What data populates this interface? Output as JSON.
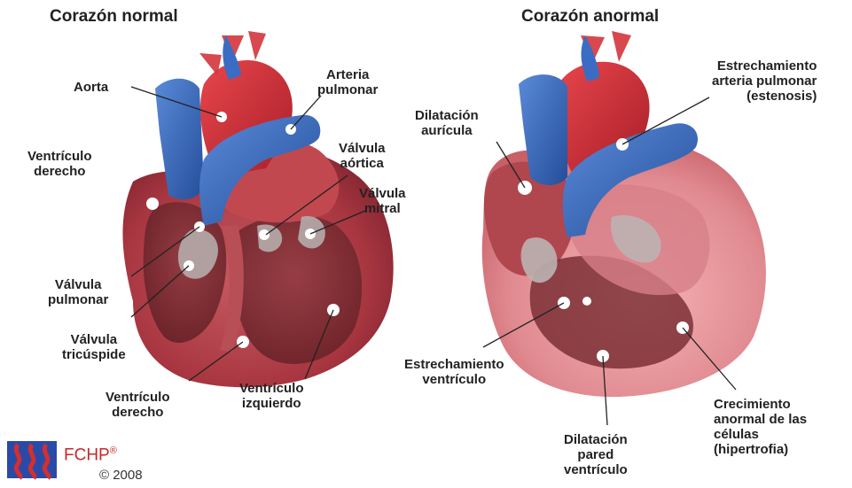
{
  "titles": {
    "normal": "Corazón normal",
    "abnormal": "Corazón anormal"
  },
  "normal_labels": {
    "aorta": [
      "Aorta"
    ],
    "arteria_pulmonar": [
      "Arteria",
      "pulmonar"
    ],
    "valvula_aortica": [
      "Válvula",
      "aórtica"
    ],
    "valvula_mitral": [
      "Válvula",
      "mitral"
    ],
    "ventriculo_derecho_top": [
      "Ventrículo",
      "derecho"
    ],
    "valvula_pulmonar": [
      "Válvula",
      "pulmonar"
    ],
    "valvula_tricuspide": [
      "Válvula",
      "tricúspide"
    ],
    "ventriculo_derecho_bottom": [
      "Ventrículo",
      "derecho"
    ],
    "ventriculo_izquierdo": [
      "Ventrículo",
      "izquierdo"
    ]
  },
  "abnormal_labels": {
    "estrechamiento_arteria": [
      "Estrechamiento",
      "arteria pulmonar",
      "(estenosis)"
    ],
    "dilatacion_auricula": [
      "Dilatación",
      "aurícula"
    ],
    "estrechamiento_ventriculo": [
      "Estrechamiento",
      "ventrículo"
    ],
    "dilatacion_pared": [
      "Dilatación",
      "pared",
      "ventrículo"
    ],
    "crecimiento_anormal": [
      "Crecimiento",
      "anormal de las",
      "células",
      "(hipertrofia)"
    ]
  },
  "logo": {
    "name": "FCHP",
    "mark": "®",
    "copyright": "© 2008"
  },
  "colors": {
    "myocardium": "#b8404a",
    "myocardium_light": "#e8969a",
    "chamber": "#7a2a30",
    "aorta_red": "#d62a32",
    "vein_blue": "#2f63b8",
    "valve_grey": "#b0a8a8",
    "marker": "#ffffff",
    "logo_red": "#c62828",
    "logo_blue": "#2a4aa8"
  }
}
